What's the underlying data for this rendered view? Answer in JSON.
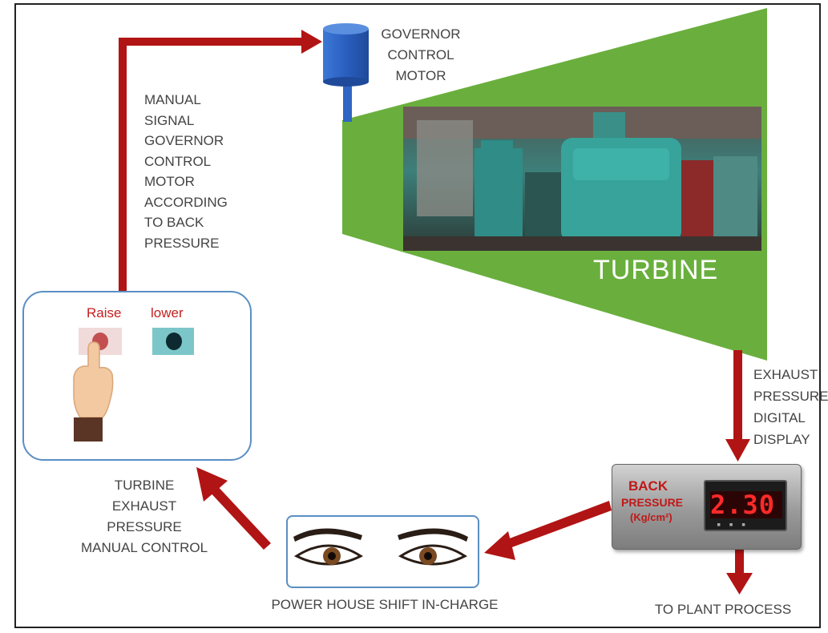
{
  "governor_label": "GOVERNOR\nCONTROL\nMOTOR",
  "manual_signal_label": "MANUAL\nSIGNAL\nGOVERNOR\nCONTROL\nMOTOR\nACCORDING\nTO BACK\nPRESSURE",
  "turbine_label": "TURBINE",
  "exhaust_label": "EXHAUST\nPRESSURE\nDIGITAL\nDISPLAY",
  "control_panel": {
    "raise_label": "Raise",
    "lower_label": "lower"
  },
  "manual_control_label": "TURBINE\nEXHAUST PRESSURE\nMANUAL CONTROL",
  "operator_label": "POWER HOUSE SHIFT IN-CHARGE",
  "display": {
    "back_label": "BACK",
    "pressure_label": "PRESSURE",
    "units_label": "(Kg/cm²)",
    "value": "2.30"
  },
  "plant_label": "TO PLANT PROCESS",
  "colors": {
    "arrow": "#b11414",
    "turbine_green": "#6aaf3d",
    "box_border": "#5a8fc4",
    "motor_blue": "#2f66c4"
  }
}
